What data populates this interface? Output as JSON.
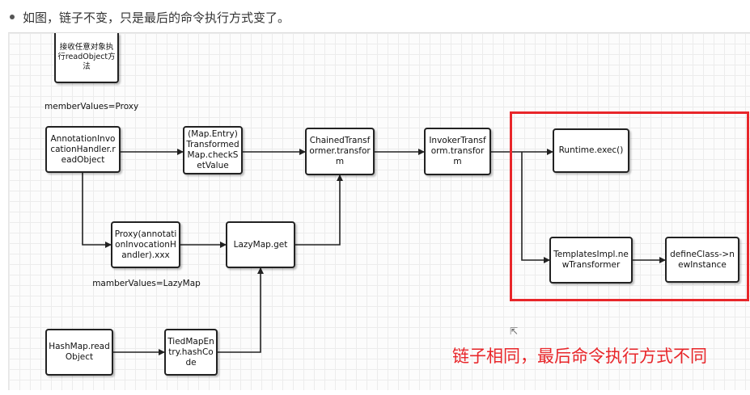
{
  "caption": "如图，链子不变，只是最后的命令执行方式变了。",
  "nodes": {
    "read_object": "接收任意对象执行readObject方法",
    "annotation_handler": "AnnotationInvocationHandler.readObject",
    "map_entry": "(Map.Entry)TransformedMap.checkSetValue",
    "chained": "ChainedTransformer.transform",
    "invoker": "InvokerTransform.transform",
    "runtime": "Runtime.exec()",
    "proxy": "Proxy(annotationInvocationHandler).xxx",
    "lazymap": "LazyMap.get",
    "templates": "TemplatesImpl.newTransformer",
    "define": "defineClass->newInstance",
    "hashmap": "HashMap.readObject",
    "tied": "TiedMapEntry.hashCode"
  },
  "labels": {
    "member_values_proxy": "memberValues=Proxy",
    "member_values_lazymap": "mamberValues=LazyMap"
  },
  "annotation": "链子相同，最后命令执行方式不同",
  "colors": {
    "highlight": "#e8262a",
    "border": "#222222",
    "grid": "#ececec"
  },
  "icons": {
    "cursor": "cursor-arrow-icon"
  }
}
